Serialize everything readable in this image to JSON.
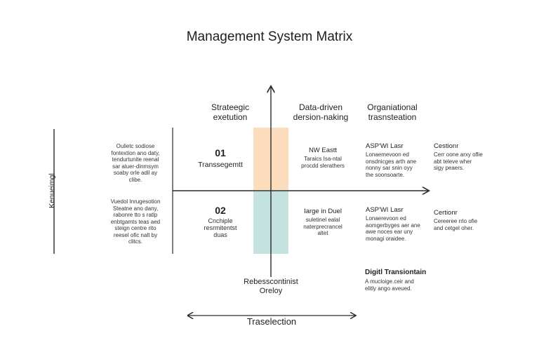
{
  "title": "Management System Matrix",
  "columns": [
    {
      "label": "Strateegic\nexetution"
    },
    {
      "label": "Data-driven\ndersion-naking"
    },
    {
      "label": "Organiational\ntrasnsteation"
    }
  ],
  "left_axis_label": "Kenueimgl",
  "left_notes": [
    "Oulietc sodiose\nfontextion ano daty,\ntendurtunite reenal\nsar aluer-dinmsym\nsoaby orle adil ay\nclibe.",
    "Vuedol Inrugesotion\nSteatne ano dany,\nrabonre tto s ratlp\nenbtgamts teas aed\nsteign centre rito\nreesel ofic nalt by\nclitcs."
  ],
  "quadrant1": {
    "number": "01",
    "label": "Transsegemtt"
  },
  "quadrant2": {
    "number": "02",
    "label": "Cnchiple\nresrmitentst\nduas"
  },
  "mid_top": {
    "title": "NW Eastt",
    "text": "Taraics Isa-ntal\nprocdd slerathers"
  },
  "mid_bottom": {
    "title": "Iarge in Duel",
    "text": "suletinel ealal\nnaterprecrancel\naltet"
  },
  "right_top": {
    "title": "ASP'WI Lasr",
    "text": "Lonaemevoon ed\nonsdnicges arth ane\nnonny sar snin oyy\nthe soonsoarte."
  },
  "right_bottom": {
    "title": "ASP'WI Lasr",
    "text": "Lonaerevoon ed\naomgerbyges aer ane\nawe noces ear uny\nmonagi oraidee."
  },
  "far_top": {
    "title": "Cestionr",
    "text": "Cerr oone arxy oflie\nabt televe wher\nsigy peaers."
  },
  "far_bottom": {
    "title": "Certionr",
    "text": "Cereeree rrlo ofie\nand cetgel oher."
  },
  "digital": {
    "title": "Digitl Transiontain",
    "text": "A mucloige.ceir and\nelitly ango aveued."
  },
  "bottom_center": "Rebesscontinist\nOreloy",
  "bottom_axis_label": "Traselection",
  "colors": {
    "orange": "#fbdcbc",
    "teal": "#c4e3e0",
    "line": "#2a2a2a"
  }
}
